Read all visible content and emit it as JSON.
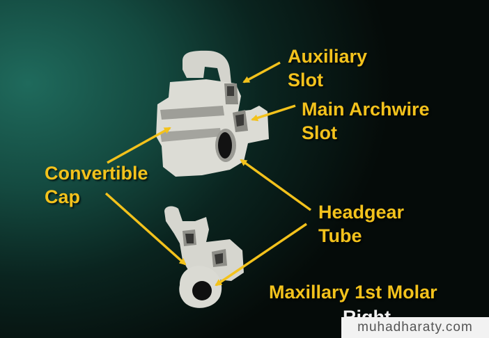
{
  "labels": {
    "auxiliary_slot": [
      "Auxiliary",
      "Slot"
    ],
    "main_archwire_slot": [
      "Main Archwire",
      "Slot"
    ],
    "convertible_cap": [
      "Convertible",
      "Cap"
    ],
    "headgear_tube": [
      "Headgear",
      "Tube"
    ]
  },
  "caption": {
    "line1": "Maxillary 1st  Molar",
    "line2": "Right"
  },
  "watermark": "muhadharaty.com",
  "colors": {
    "label": "#f3c21c",
    "arrow": "#f3c21c",
    "bracket": "#d9d9d2",
    "background": "#0a241f"
  }
}
